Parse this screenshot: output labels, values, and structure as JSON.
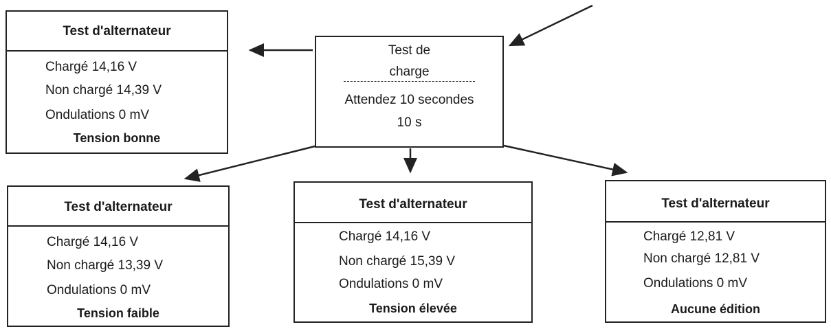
{
  "center": {
    "title_line1": "Test de",
    "title_line2": "charge",
    "instruction": "Attendez 10 secondes",
    "countdown": "10 s"
  },
  "screens": [
    {
      "title": "Test d'alternateur",
      "charged": "Chargé 14,16 V",
      "uncharged": "Non chargé 14,39 V",
      "ripple": "Ondulations 0 mV",
      "status": "Tension bonne"
    },
    {
      "title": "Test d'alternateur",
      "charged": "Chargé 14,16 V",
      "uncharged": "Non chargé 13,39 V",
      "ripple": "Ondulations 0 mV",
      "status": "Tension faible"
    },
    {
      "title": "Test d'alternateur",
      "charged": "Chargé 14,16 V",
      "uncharged": "Non chargé 15,39 V",
      "ripple": "Ondulations 0 mV",
      "status": "Tension élevée"
    },
    {
      "title": "Test d'alternateur",
      "charged": "Chargé 12,81 V",
      "uncharged": "Non chargé 12,81 V",
      "ripple": "Ondulations 0 mV",
      "status": "Aucune édition"
    }
  ]
}
